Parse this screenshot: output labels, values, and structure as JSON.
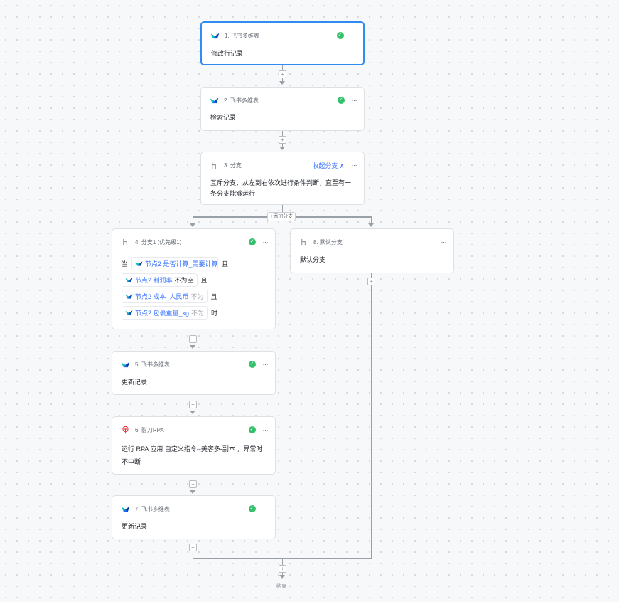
{
  "colors": {
    "accent": "#2f8cf0",
    "link": "#3370ff",
    "success": "#33c06a",
    "connector": "#9aa0a8"
  },
  "nodes": {
    "n1": {
      "title": "1. 飞书多维表",
      "body": "修改行记录",
      "icon": "feishu-bitable-icon"
    },
    "n2": {
      "title": "2. 飞书多维表",
      "body": "检索记录",
      "icon": "feishu-bitable-icon"
    },
    "n3": {
      "title": "3. 分支",
      "collapse": "收起分支 ∧",
      "body": "互斥分支，从左到右依次进行条件判断，直至有一条分支能够运行",
      "icon": "branch-icon"
    },
    "n4": {
      "title": "4. 分支1 (优先级1)",
      "icon": "branch-icon",
      "prefix": "当",
      "conditions": [
        {
          "ref": "节点2  是否计算_需要计算",
          "op": "",
          "op_faded": false,
          "joiner": "且"
        },
        {
          "ref": "节点2  利润率",
          "op": "不为空",
          "op_faded": false,
          "joiner": "且"
        },
        {
          "ref": "节点2  成本_人民币",
          "op": "不为",
          "op_faded": true,
          "joiner": "且"
        },
        {
          "ref": "节点2  包裹重量_kg",
          "op": "不为",
          "op_faded": true,
          "joiner": "时"
        }
      ]
    },
    "n5": {
      "title": "5. 飞书多维表",
      "body": "更新记录",
      "icon": "feishu-bitable-icon"
    },
    "n6": {
      "title": "6. 影刀RPA",
      "body": "运行 RPA 应用   自定义指令--美客多-副本   ，异常时不中断",
      "icon": "yingdao-rpa-icon"
    },
    "n7": {
      "title": "7. 飞书多维表",
      "body": "更新记录",
      "icon": "feishu-bitable-icon"
    },
    "n8": {
      "title": "8. 默认分支",
      "body": "默认分支",
      "icon": "branch-icon"
    }
  },
  "add_branch_label": "+添加分支",
  "end_label": "结束",
  "more_label": "···",
  "plus_label": "+",
  "check_label": "✓"
}
